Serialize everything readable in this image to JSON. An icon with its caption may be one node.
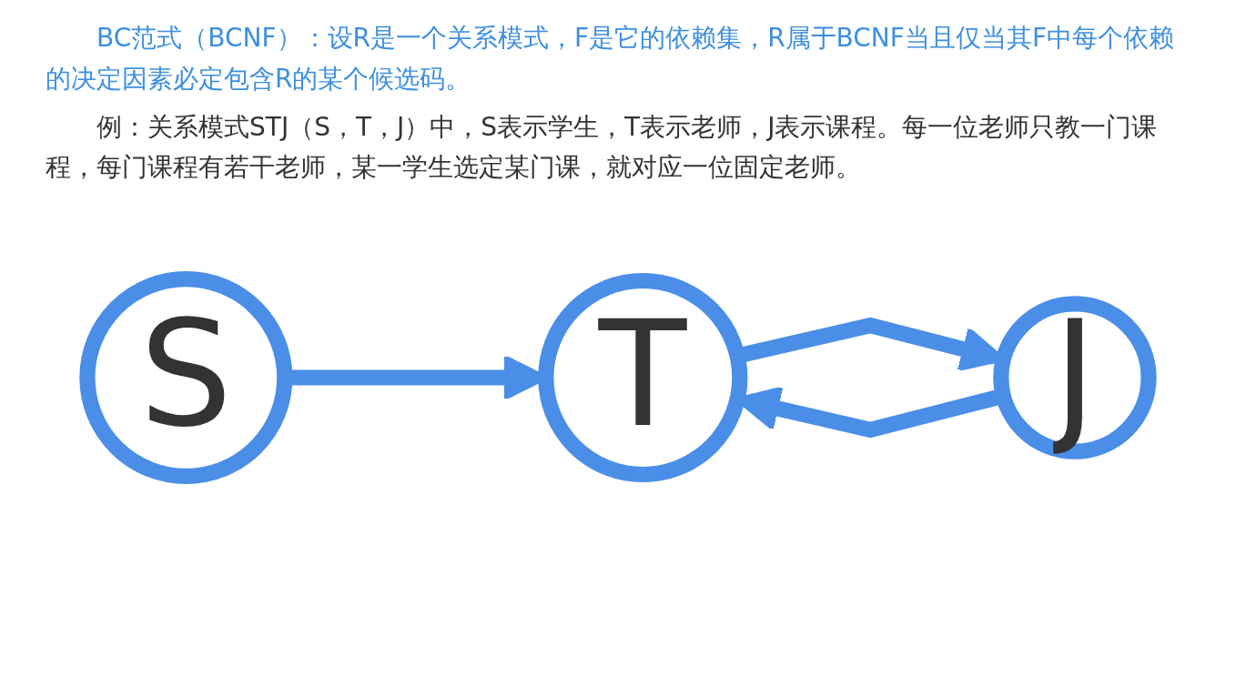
{
  "diagram": {
    "nodes": [
      {
        "text": [
          "S"
        ]
      },
      {
        "text": [
          "T"
        ]
      },
      {
        "text": [
          "J"
        ]
      }
    ],
    "edges": [
      {
        "from": 0,
        "to": 1,
        "arrow": "to"
      },
      {
        "from": 2,
        "to": 1,
        "arrow": "to"
      },
      {
        "from": 1,
        "to": 2,
        "arrow": "to"
      }
    ],
    "labels": [
      "BC范式（BCNF）：设R是一个关系模式，F是它的依赖集，R属于BCNF当且仅当其F中每个依赖的决定因素必定包含R的某个候选码。",
      "例：关系模式STJ（S，T，J）中，S表示学生，T表示老师，J表示课程。每一位老师只教一门课程，每门课程有若干老师，某一学生选定某门课，就对应一位固定老师。"
    ]
  }
}
